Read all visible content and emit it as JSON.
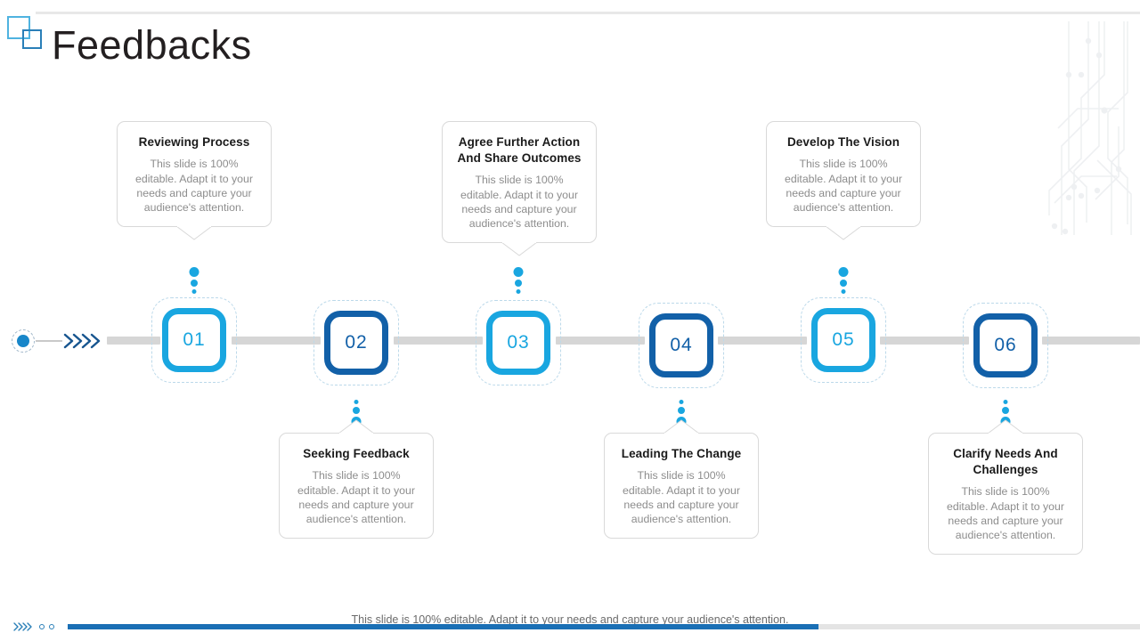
{
  "slide": {
    "title": "Feedbacks",
    "background": "#ffffff",
    "accent_light": "#19a6e0",
    "accent_dark": "#1260a8",
    "rail_color": "#d6d6d6"
  },
  "decor": {
    "corner_square_large": "square-outline-light-blue",
    "corner_square_small": "square-outline-dark-blue",
    "circuit_pattern": "circuit-board-pattern",
    "start_marker": "dashed-circle-dot",
    "start_chevrons": "chevrons-right"
  },
  "timeline": {
    "nodes": [
      {
        "number": "01",
        "tone": "light",
        "position": "top"
      },
      {
        "number": "02",
        "tone": "dark",
        "position": "bottom"
      },
      {
        "number": "03",
        "tone": "light",
        "position": "top"
      },
      {
        "number": "04",
        "tone": "dark",
        "position": "bottom"
      },
      {
        "number": "05",
        "tone": "light",
        "position": "top"
      },
      {
        "number": "06",
        "tone": "dark",
        "position": "bottom"
      }
    ]
  },
  "cards": [
    {
      "id": "reviewing-process",
      "title": "Reviewing Process",
      "body": "This slide is 100% editable. Adapt it to your needs and capture your audience's attention.",
      "side": "top",
      "node": "01"
    },
    {
      "id": "seeking-feedback",
      "title": "Seeking Feedback",
      "body": "This slide is 100% editable. Adapt it to your needs and capture your audience's attention.",
      "side": "bottom",
      "node": "02"
    },
    {
      "id": "agree-further-action-and-share-outcomes",
      "title": "Agree Further Action And Share Outcomes",
      "body": "This slide is 100% editable. Adapt it to your needs and capture your audience's attention.",
      "side": "top",
      "node": "03"
    },
    {
      "id": "leading-the-change",
      "title": "Leading The Change",
      "body": "This slide is 100% editable. Adapt it to your needs and capture your audience's attention.",
      "side": "bottom",
      "node": "04"
    },
    {
      "id": "develop-the-vision",
      "title": "Develop The Vision",
      "body": "This slide is 100% editable. Adapt it to your needs and capture your audience's attention.",
      "side": "top",
      "node": "05"
    },
    {
      "id": "clarify-needs-and-challenges",
      "title": "Clarify Needs And Challenges",
      "body": "This slide is 100% editable. Adapt it to your needs and capture your audience's attention.",
      "side": "bottom",
      "node": "06"
    }
  ],
  "footer": {
    "text": "This slide is 100% editable. Adapt it to your needs and capture your audience's attention.",
    "progress_percent": 70,
    "bar_color": "#1a6fb5"
  }
}
